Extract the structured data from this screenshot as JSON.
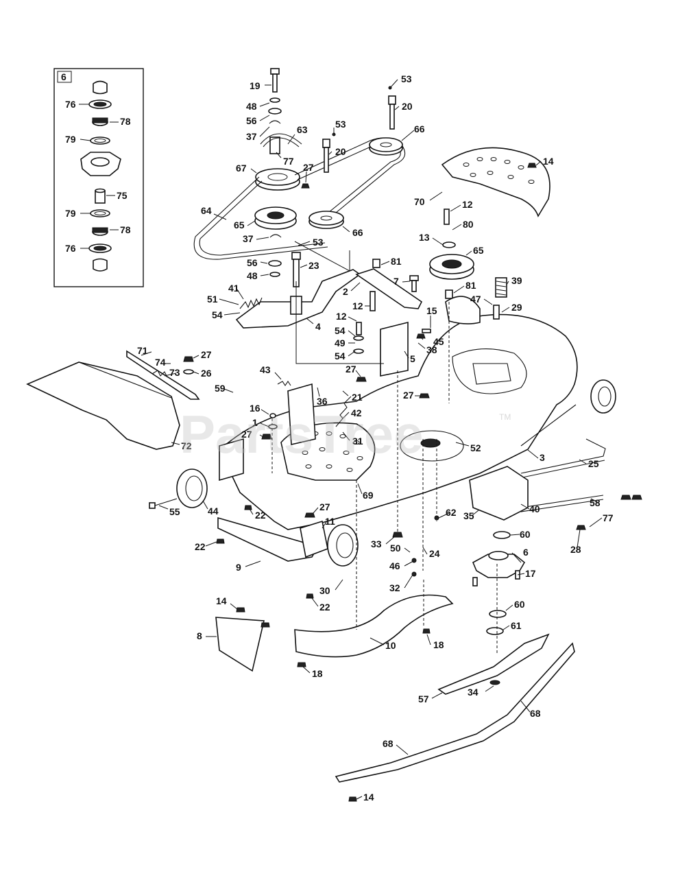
{
  "inset": {
    "index_label": "6",
    "callouts": [
      "76",
      "78",
      "79",
      "75",
      "79",
      "78",
      "76"
    ]
  },
  "callouts": [
    "19",
    "48",
    "56",
    "37",
    "63",
    "77",
    "53",
    "20",
    "53",
    "20",
    "66",
    "67",
    "27",
    "64",
    "65",
    "66",
    "37",
    "53",
    "56",
    "23",
    "48",
    "14",
    "70",
    "12",
    "80",
    "13",
    "65",
    "81",
    "7",
    "81",
    "2",
    "12",
    "39",
    "47",
    "29",
    "15",
    "45",
    "38",
    "41",
    "51",
    "54",
    "4",
    "12",
    "54",
    "49",
    "54",
    "5",
    "71",
    "74",
    "73",
    "27",
    "26",
    "43",
    "27",
    "59",
    "36",
    "21",
    "27",
    "16",
    "1",
    "42",
    "27",
    "31",
    "52",
    "3",
    "25",
    "72",
    "69",
    "55",
    "44",
    "22",
    "27",
    "11",
    "22",
    "62",
    "35",
    "40",
    "60",
    "58",
    "77",
    "28",
    "9",
    "33",
    "50",
    "24",
    "46",
    "32",
    "6",
    "17",
    "30",
    "22",
    "14",
    "60",
    "8",
    "61",
    "10",
    "18",
    "18",
    "34",
    "57",
    "68",
    "68",
    "14"
  ],
  "watermark": {
    "text": "PartsTree",
    "tm": "TM"
  }
}
